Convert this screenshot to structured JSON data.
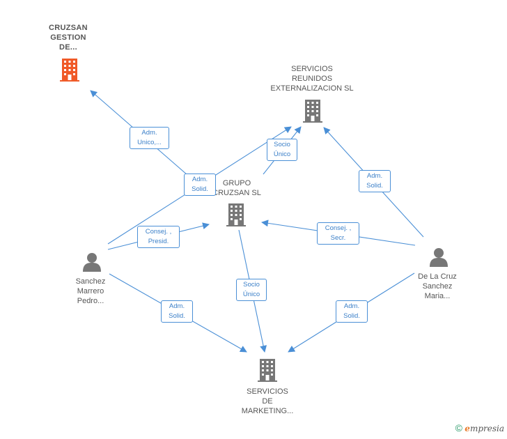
{
  "nodes": {
    "cruzsan_gestion": {
      "label": "CRUZSAN\nGESTION\nDE...",
      "type": "company",
      "color": "#f05a28"
    },
    "servicios_reunidos": {
      "label": "SERVICIOS\nREUNIDOS\nEXTERNALIZACION SL",
      "type": "company",
      "color": "#777777"
    },
    "grupo_cruzsan": {
      "label": "GRUPO\nCRUZSAN  SL",
      "type": "company",
      "color": "#777777"
    },
    "sanchez_marrero": {
      "label": "Sanchez\nMarrero\nPedro...",
      "type": "person",
      "color": "#777777"
    },
    "de_la_cruz": {
      "label": "De La Cruz\nSanchez\nMaria...",
      "type": "person",
      "color": "#777777"
    },
    "servicios_marketing": {
      "label": "SERVICIOS\nDE\nMARKETING...",
      "type": "company",
      "color": "#777777"
    }
  },
  "edges": {
    "e1": "Adm.\nUnico,...",
    "e2": "Adm.\nSolid.",
    "e3": "Socio\nÚnico",
    "e4": "Adm.\nSolid.",
    "e5": "Consej. ,\nPresid.",
    "e6": "Consej. ,\nSecr.",
    "e7": "Socio\nÚnico",
    "e8": "Adm.\nSolid.",
    "e9": "Adm.\nSolid."
  },
  "footer": {
    "copyright": "©",
    "brand_e": "e",
    "brand_rest": "mpresia"
  },
  "colors": {
    "edge": "#4a8fd6",
    "accent": "#f05a28",
    "icon": "#777777"
  }
}
